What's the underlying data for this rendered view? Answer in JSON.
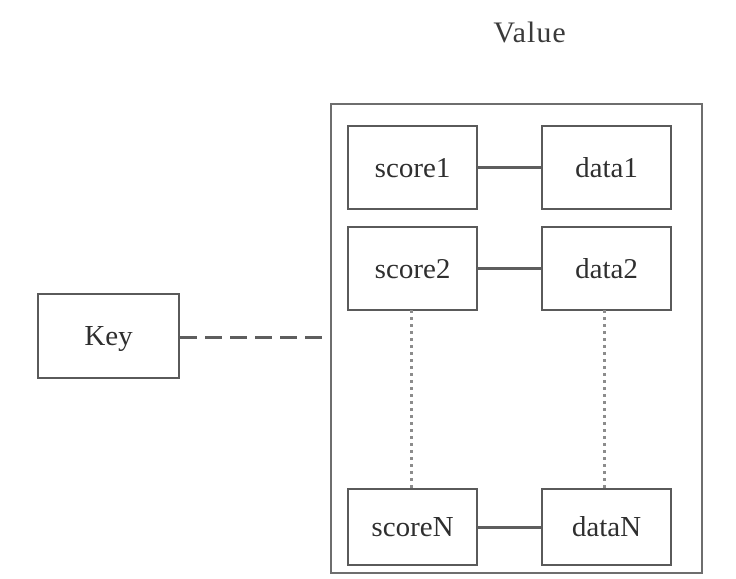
{
  "diagram": {
    "title": "Value",
    "key": {
      "label": "Key"
    },
    "link": {
      "style": "dashed",
      "color": "#5e5e5e"
    },
    "value_container": {
      "title": "Value",
      "rows": [
        {
          "score": "score1",
          "data": "data1",
          "connector": "solid"
        },
        {
          "score": "score2",
          "data": "data2",
          "connector": "solid"
        },
        {
          "score": "scoreN",
          "data": "dataN",
          "connector": "solid"
        }
      ],
      "ellipsis": {
        "score_column": "dotted",
        "data_column": "dotted"
      }
    },
    "colors": {
      "background": "#ffffff",
      "box_border": "#5a5a5a",
      "container_border": "#6e6e6e",
      "text": "#2f2f2f",
      "connector": "#5e5e5e",
      "dotted": "#8c8c8c"
    }
  }
}
